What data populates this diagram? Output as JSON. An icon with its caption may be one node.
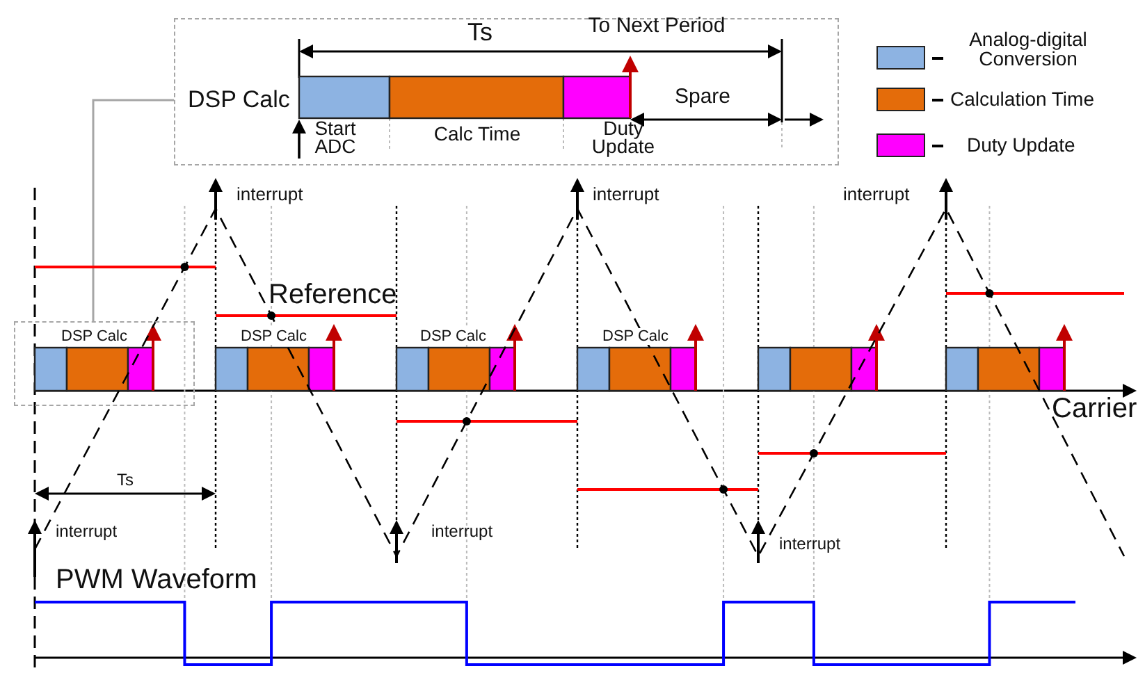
{
  "diagram": {
    "nodes": [
      {
        "text": [
          "DSP Calc"
        ]
      },
      {
        "text": [
          "DSP Calc"
        ]
      }
    ],
    "edges": [
      {
        "from": 0,
        "to": 1,
        "arrow": "none"
      }
    ],
    "labels": [
      "Ts",
      "To Next Period",
      "Spare",
      "Start ADC",
      "Calc Time",
      "Duty Update",
      "interrupt",
      "Reference",
      "interrupt",
      "interrupt",
      "DSP Calc",
      "DSP Calc",
      "DSP Calc",
      "Carrier",
      "Ts",
      "interrupt",
      "interrupt",
      "interrupt",
      "PWM Waveform"
    ],
    "legend": [
      {
        "text": "Analog-digital Conversion",
        "color": "#8db3e2"
      },
      {
        "text": "Calculation Time",
        "color": "#e46c0a"
      },
      {
        "text": "Duty Update",
        "color": "#ff00ff"
      }
    ]
  }
}
